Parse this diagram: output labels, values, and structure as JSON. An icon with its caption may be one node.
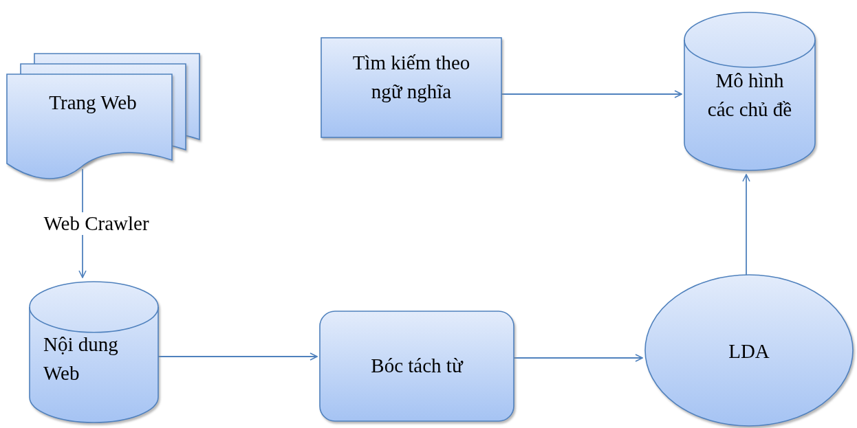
{
  "diagram": {
    "nodes": [
      {
        "text": [
          "Trang Web"
        ]
      },
      {
        "text": [
          "Tìm kiếm theo ngữ nghĩa"
        ]
      },
      {
        "text": [
          "Mô hình các chủ đề"
        ]
      },
      {
        "text": [
          "Nội dung Web"
        ]
      },
      {
        "text": [
          "Bóc tách từ"
        ]
      },
      {
        "text": [
          "LDA"
        ]
      }
    ],
    "edges": [
      {
        "from": 0,
        "to": 3,
        "arrow": "to",
        "label": "Web Crawler"
      },
      {
        "from": 3,
        "to": 4,
        "arrow": "to"
      },
      {
        "from": 4,
        "to": 5,
        "arrow": "to"
      },
      {
        "from": 5,
        "to": 2,
        "arrow": "to"
      },
      {
        "from": 1,
        "to": 2,
        "arrow": "to"
      }
    ]
  }
}
